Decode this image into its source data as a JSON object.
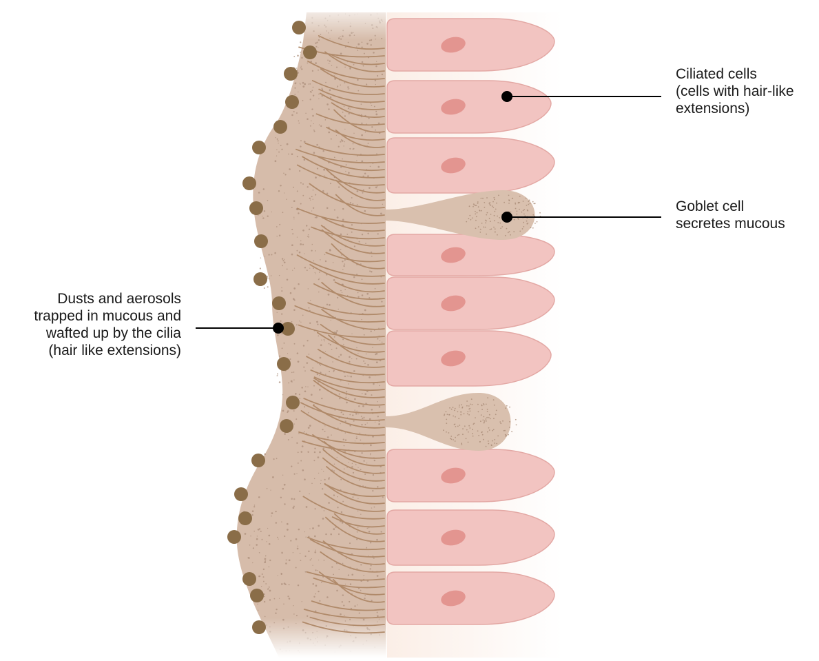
{
  "diagram": {
    "labels": {
      "ciliated_cells": {
        "lines": [
          "Ciliated cells",
          "(cells with hair-like",
          "extensions)"
        ]
      },
      "goblet_cell": {
        "lines": [
          "Goblet cell",
          "secretes mucous"
        ]
      },
      "dust_particles": {
        "lines": [
          "Dusts and aerosols",
          "trapped in mucous and",
          "wafted up by the cilia",
          "(hair like extensions)"
        ]
      }
    },
    "colors": {
      "mucus": "#d6bcaa",
      "mucus_speckle": "#a88a76",
      "cilia": "#b08a6a",
      "cell_fill": "#f2c4c1",
      "cell_edge": "#e3a8a4",
      "nucleus": "#e39590",
      "goblet_fill": "#d9c0ae",
      "dust": "#8a6d48",
      "cell_backdrop": "#fbeee6",
      "pointer": "#000000"
    }
  }
}
